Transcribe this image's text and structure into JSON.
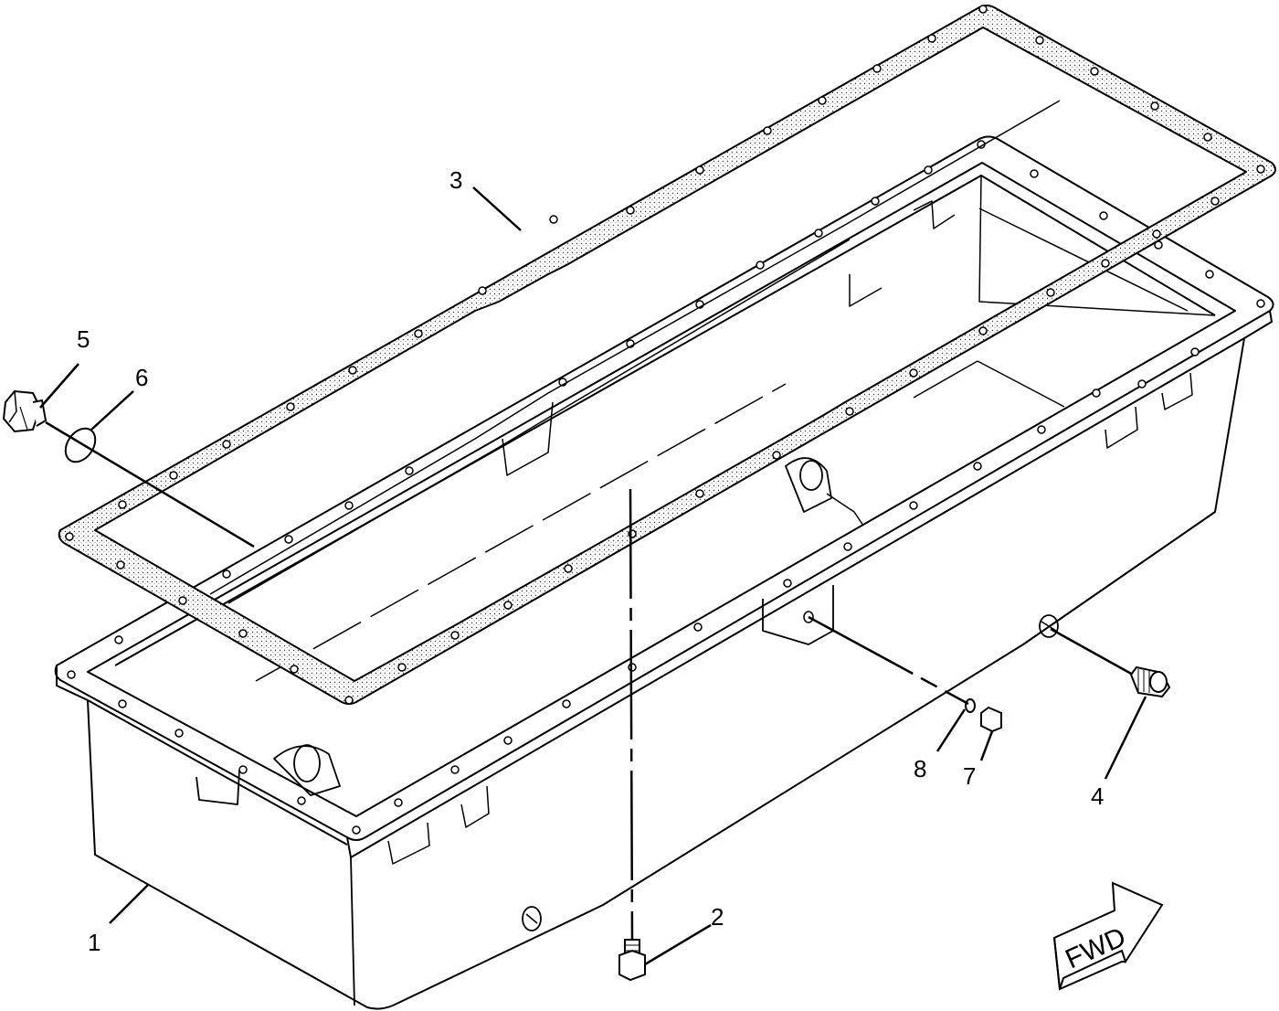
{
  "diagram": {
    "callouts": [
      {
        "id": "1",
        "label": "1"
      },
      {
        "id": "2",
        "label": "2"
      },
      {
        "id": "3",
        "label": "3"
      },
      {
        "id": "4",
        "label": "4"
      },
      {
        "id": "5",
        "label": "5"
      },
      {
        "id": "6",
        "label": "6"
      },
      {
        "id": "7",
        "label": "7"
      },
      {
        "id": "8",
        "label": "8"
      }
    ],
    "fwd_label": "FWD",
    "colors": {
      "line": "#000000",
      "background": "#ffffff",
      "gasket_fill": "#f3f3f3"
    }
  }
}
